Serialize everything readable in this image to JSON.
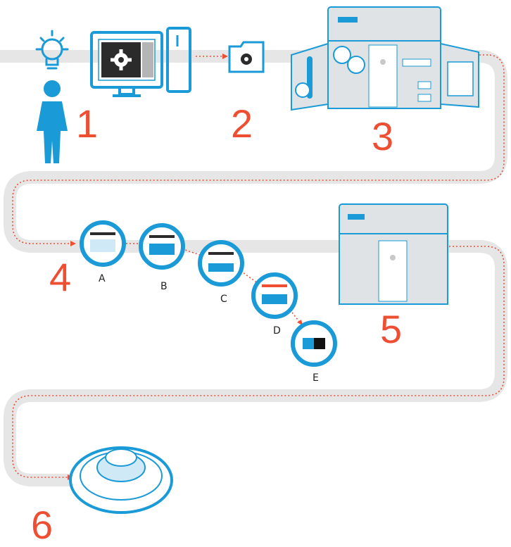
{
  "steps": [
    {
      "number": "1",
      "icon": "designer-idea-icon"
    },
    {
      "number": "2",
      "icon": "file-icon"
    },
    {
      "number": "3",
      "icon": "processing-station-icon"
    },
    {
      "number": "4",
      "icon": "printing-stages-icon"
    },
    {
      "number": "5",
      "icon": "printer-icon"
    },
    {
      "number": "6",
      "icon": "printed-part-icon"
    }
  ],
  "stages": [
    {
      "label": "A"
    },
    {
      "label": "B"
    },
    {
      "label": "C"
    },
    {
      "label": "D"
    },
    {
      "label": "E"
    }
  ],
  "colors": {
    "accent": "#ee4f33",
    "blue": "#1a9ad6",
    "light_blue": "#cfe9f7",
    "gray_band": "#e6e6e6",
    "machine": "#dfe3e6",
    "dark": "#2b2b2b"
  }
}
